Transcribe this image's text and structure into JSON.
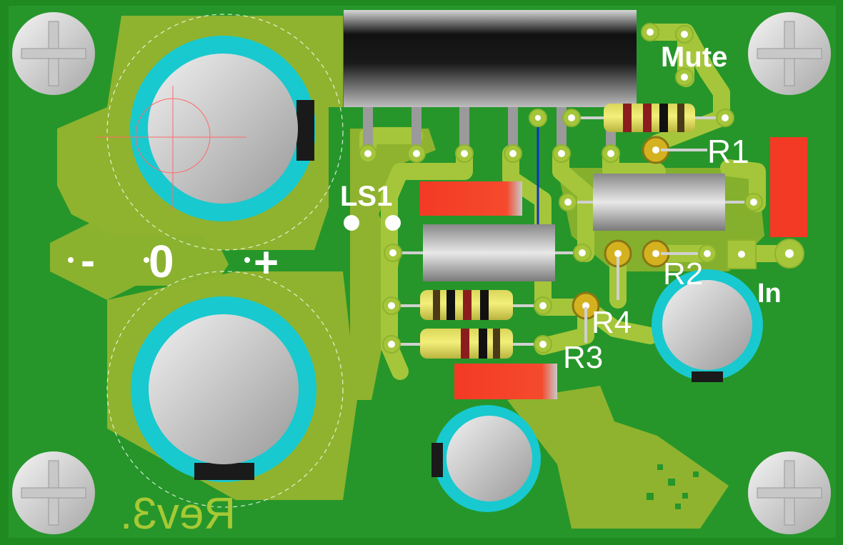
{
  "board": {
    "labels": {
      "mute": "Mute",
      "ls1": "LS1",
      "in": "In",
      "minus": "-",
      "zero": "0",
      "plus": "+",
      "rev": "Rev3."
    },
    "refs": {
      "r1": "R1",
      "r2": "R2",
      "r3": "R3",
      "r4": "R4"
    },
    "colors": {
      "board_green": "#1f8a1f",
      "copper_pour": "#8fb32e",
      "trace": "#a5c63a",
      "pad_gold": "#d4b21f",
      "cap_teal": "#18c9cf",
      "smd_red": "#f43a24"
    }
  }
}
